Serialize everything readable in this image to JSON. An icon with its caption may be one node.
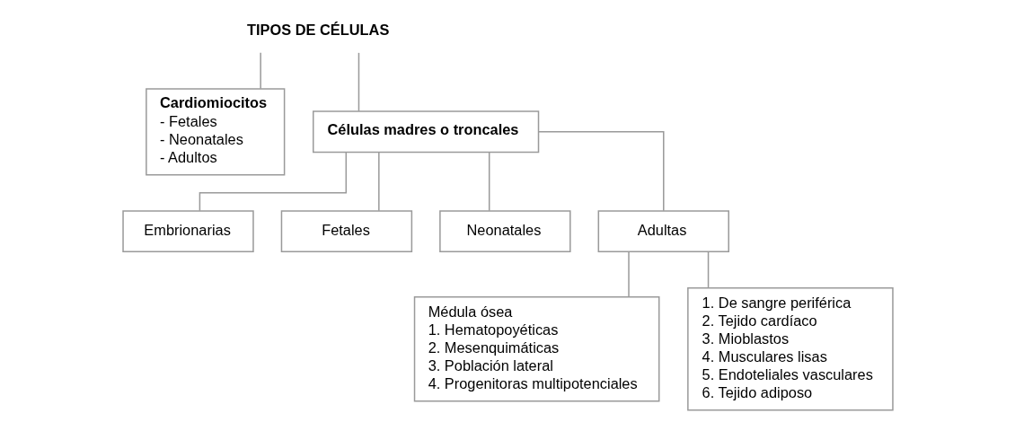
{
  "diagram": {
    "nodes": [
      {
        "text": [
          "TIPOS DE CÉLULAS"
        ]
      },
      {
        "text": [
          "Cardiomiocitos",
          "- Fetales",
          "- Neonatales",
          "- Adultos"
        ]
      },
      {
        "text": [
          "Células madres o troncales"
        ]
      },
      {
        "text": [
          "Embrionarias"
        ]
      },
      {
        "text": [
          "Fetales"
        ]
      },
      {
        "text": [
          "Neonatales"
        ]
      },
      {
        "text": [
          "Adultas"
        ]
      },
      {
        "text": [
          "Médula ósea",
          "1. Hematopoyéticas",
          "2. Mesenquimáticas",
          "3. Población lateral",
          "4. Progenitoras multipotenciales"
        ]
      },
      {
        "text": [
          "1. De sangre periférica",
          "2. Tejido cardíaco",
          "3. Mioblastos",
          "4. Musculares lisas",
          "5. Endoteliales vasculares",
          "6. Tejido adiposo"
        ]
      }
    ],
    "edges": [
      {
        "from": 0,
        "to": 1,
        "arrow": "none"
      },
      {
        "from": 0,
        "to": 2,
        "arrow": "none"
      },
      {
        "from": 2,
        "to": 3,
        "arrow": "none"
      },
      {
        "from": 2,
        "to": 4,
        "arrow": "none"
      },
      {
        "from": 2,
        "to": 5,
        "arrow": "none"
      },
      {
        "from": 2,
        "to": 6,
        "arrow": "none"
      },
      {
        "from": 6,
        "to": 7,
        "arrow": "none"
      },
      {
        "from": 6,
        "to": 8,
        "arrow": "none"
      }
    ]
  }
}
